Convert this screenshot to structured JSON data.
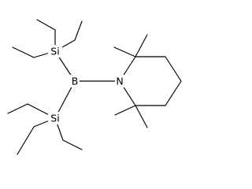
{
  "molecule": {
    "atoms": {
      "si_top": "Si",
      "boron": "B",
      "nitrogen": "N",
      "si_bottom": "Si"
    }
  }
}
